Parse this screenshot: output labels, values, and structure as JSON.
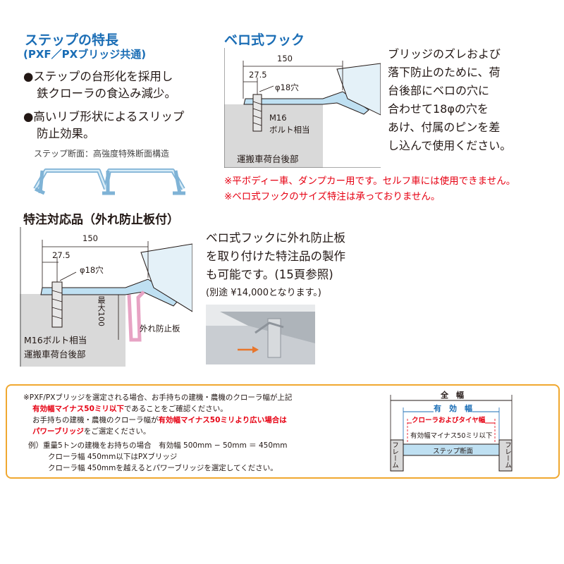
{
  "step_features": {
    "title": "ステップの特長",
    "subtitle": "(PXF／PXブリッジ共通)",
    "bullet1_line1": "●ステップの台形化を採用し",
    "bullet1_line2": "鉄クローラの食込み減少。",
    "bullet2_line1": "●高いリブ形状によるスリップ",
    "bullet2_line2": "防止効果。",
    "section_label": "ステップ断面：高強度特殊断面構造"
  },
  "hook": {
    "title": "ベロ式フック",
    "dim_total": "150",
    "dim_short": "27.5",
    "hole": "φ18穴",
    "bolt_line1": "M16",
    "bolt_line2": "ボルト相当",
    "bed_label": "運搬車荷台後部",
    "desc": [
      "ブリッジのズレおよび",
      "落下防止のために、荷",
      "台後部にベロの穴に",
      "合わせて18φの穴を",
      "あけ、付属のピンを差",
      "し込んで使用ください。"
    ],
    "note1": "※平ボディー車、ダンプカー用です。セルフ車には使用できません。",
    "note2": "※ベロ式フックのサイズ特注は承っておりません。"
  },
  "special": {
    "title": "特注対応品（外れ防止板付）",
    "dim_total": "150",
    "dim_short": "27.5",
    "hole": "φ18穴",
    "max_label": "最大100",
    "plate_label": "外れ防止板",
    "bolt_label": "M16ボルト相当",
    "bed_label": "運搬車荷台後部",
    "desc": [
      "ベロ式フックに外れ防止板",
      "を取り付けた特注品の製作",
      "も可能です。(15頁参照)"
    ],
    "price": "(別途 ¥14,000となります。)"
  },
  "bottom_note": {
    "l1": "※PXF/PXブリッジを選定される場合、お手持ちの建機・農機のクローラ幅が上記",
    "l2_red": "有効幅マイナス50ミリ以下",
    "l2_rest": "であることをご確認ください。",
    "l3_pre": "お手持ちの建機・農機のクローラ幅が",
    "l3_red": "有効幅マイナス50ミリより広い場合は",
    "l4_red": "パワーブリッジ",
    "l4_rest": "をご選定ください。",
    "l5": "例）重量5トンの建機をお持ちの場合　有効幅 500mm − 50mm ＝ 450mm",
    "l6": "クローラ幅 450mm以下はPXブリッジ",
    "l7": "クローラ幅 450mmを越えるとパワーブリッジを選定してください。"
  },
  "width_diagram": {
    "full": "全　幅",
    "effective": "有　効　幅",
    "crawler": "クローラおよびタイヤ幅",
    "minus": "有効幅マイナス50ミリ以下",
    "step": "ステップ断面",
    "frame_left": "フレーム",
    "frame_right": "フレーム"
  },
  "colors": {
    "heading_blue": "#1a6db5",
    "warning_red": "#e60012",
    "box_border": "#f0a830",
    "metal_blue": "#bfe0f2"
  }
}
